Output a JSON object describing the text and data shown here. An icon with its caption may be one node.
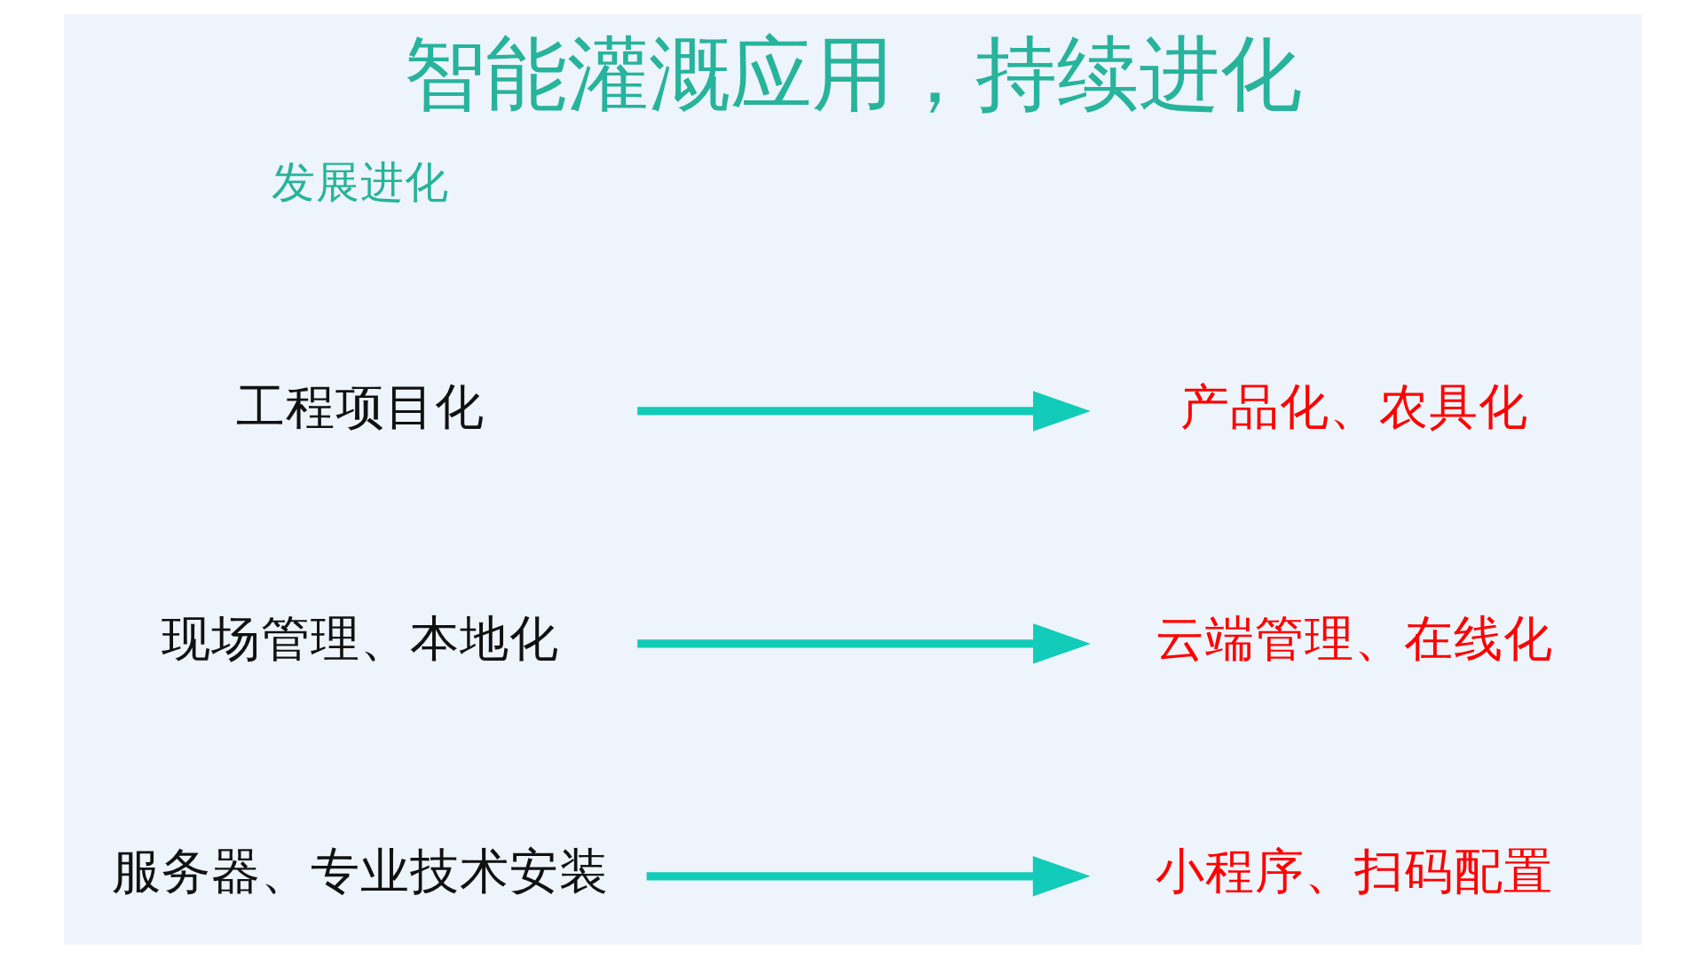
{
  "diagram": {
    "title": "智能灌溉应用，持续进化",
    "nodes": [
      {
        "text": [
          "工程项目化"
        ]
      },
      {
        "text": [
          "产品化、农具化"
        ]
      },
      {
        "text": [
          "现场管理、本地化"
        ]
      },
      {
        "text": [
          "云端管理、在线化"
        ]
      },
      {
        "text": [
          "服务器、专业技术安装"
        ]
      },
      {
        "text": [
          "小程序、扫码配置"
        ]
      }
    ],
    "edges": [
      {
        "from": 0,
        "to": 1,
        "arrow": "to"
      },
      {
        "from": 2,
        "to": 3,
        "arrow": "to"
      },
      {
        "from": 4,
        "to": 5,
        "arrow": "to"
      }
    ],
    "labels": [
      "发展进化"
    ]
  }
}
